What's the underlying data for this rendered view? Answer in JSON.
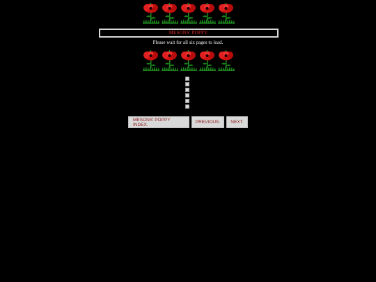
{
  "title": "MESONS' POPPY.",
  "wait_message": "Please wait for all six pages to load.",
  "poppy_rows": {
    "top_count": 5,
    "middle_count": 5
  },
  "page_images": {
    "count": 6,
    "state": "broken"
  },
  "nav": {
    "index_label": "MESONS' POPPY INDEX.",
    "previous_label": "PREVIOUS.",
    "next_label": "NEXT."
  },
  "colors": {
    "background": "#000000",
    "title_text": "#d42a2a",
    "button_bg": "#d9d9d9",
    "button_text": "#8b1a1a",
    "poppy_red": "#cc1010",
    "stem_green": "#1e8c1e"
  },
  "icons": [
    "poppy-flower-icon",
    "broken-image-icon"
  ]
}
